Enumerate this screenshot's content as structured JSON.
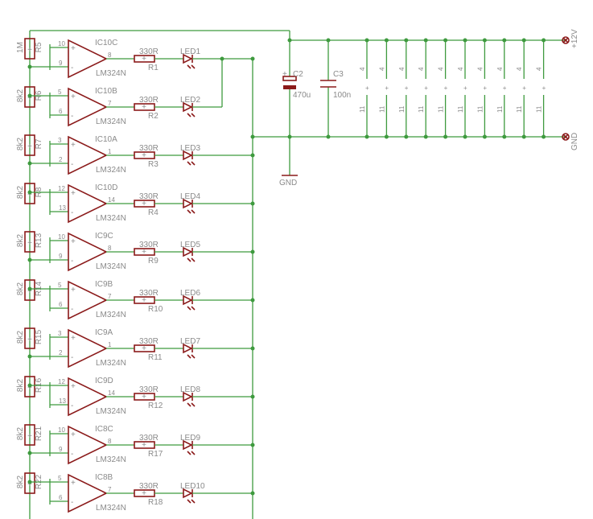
{
  "stages": [
    {
      "ic": "IC10C",
      "pin_plus": "10",
      "pin_minus": "9",
      "pin_out": "8",
      "resistor": "R1",
      "res_value": "330R",
      "led": "LED1",
      "div_res": "R5",
      "div_value": "1M"
    },
    {
      "ic": "IC10B",
      "pin_plus": "5",
      "pin_minus": "6",
      "pin_out": "7",
      "resistor": "R2",
      "res_value": "330R",
      "led": "LED2",
      "div_res": "R6",
      "div_value": "8k2"
    },
    {
      "ic": "IC10A",
      "pin_plus": "3",
      "pin_minus": "2",
      "pin_out": "1",
      "resistor": "R3",
      "res_value": "330R",
      "led": "LED3",
      "div_res": "R7",
      "div_value": "8k2"
    },
    {
      "ic": "IC10D",
      "pin_plus": "12",
      "pin_minus": "13",
      "pin_out": "14",
      "resistor": "R4",
      "res_value": "330R",
      "led": "LED4",
      "div_res": "R8",
      "div_value": "8k2"
    },
    {
      "ic": "IC9C",
      "pin_plus": "10",
      "pin_minus": "9",
      "pin_out": "8",
      "resistor": "R9",
      "res_value": "330R",
      "led": "LED5",
      "div_res": "R13",
      "div_value": "8k2"
    },
    {
      "ic": "IC9B",
      "pin_plus": "5",
      "pin_minus": "6",
      "pin_out": "7",
      "resistor": "R10",
      "res_value": "330R",
      "led": "LED6",
      "div_res": "R14",
      "div_value": "8k2"
    },
    {
      "ic": "IC9A",
      "pin_plus": "3",
      "pin_minus": "2",
      "pin_out": "1",
      "resistor": "R11",
      "res_value": "330R",
      "led": "LED7",
      "div_res": "R15",
      "div_value": "8k2"
    },
    {
      "ic": "IC9D",
      "pin_plus": "12",
      "pin_minus": "13",
      "pin_out": "14",
      "resistor": "R12",
      "res_value": "330R",
      "led": "LED8",
      "div_res": "R16",
      "div_value": "8k2"
    },
    {
      "ic": "IC8C",
      "pin_plus": "10",
      "pin_minus": "9",
      "pin_out": "8",
      "resistor": "R17",
      "res_value": "330R",
      "led": "LED9",
      "div_res": "R21",
      "div_value": "8k2"
    },
    {
      "ic": "IC8B",
      "pin_plus": "5",
      "pin_minus": "6",
      "pin_out": "7",
      "resistor": "R18",
      "res_value": "330R",
      "led": "LED10",
      "div_res": "R22",
      "div_value": "8k2"
    }
  ],
  "opamp_type": "LM324N",
  "c2": {
    "name": "C2",
    "value": "470u",
    "polarity": "+"
  },
  "c3": {
    "name": "C3",
    "value": "100n"
  },
  "gnd_symbol_label": "GND",
  "supply_label": "+12V",
  "ground_label": "GND",
  "decoupling_columns": 10,
  "pin_top": "4",
  "pin_bottom": "11",
  "pin_plus_mark": "+",
  "plus_sign": "+",
  "minus_sign": "-",
  "colors": {
    "wire": "#3e9a3e",
    "part": "#8b1a1a",
    "text": "#8a8a8a"
  }
}
